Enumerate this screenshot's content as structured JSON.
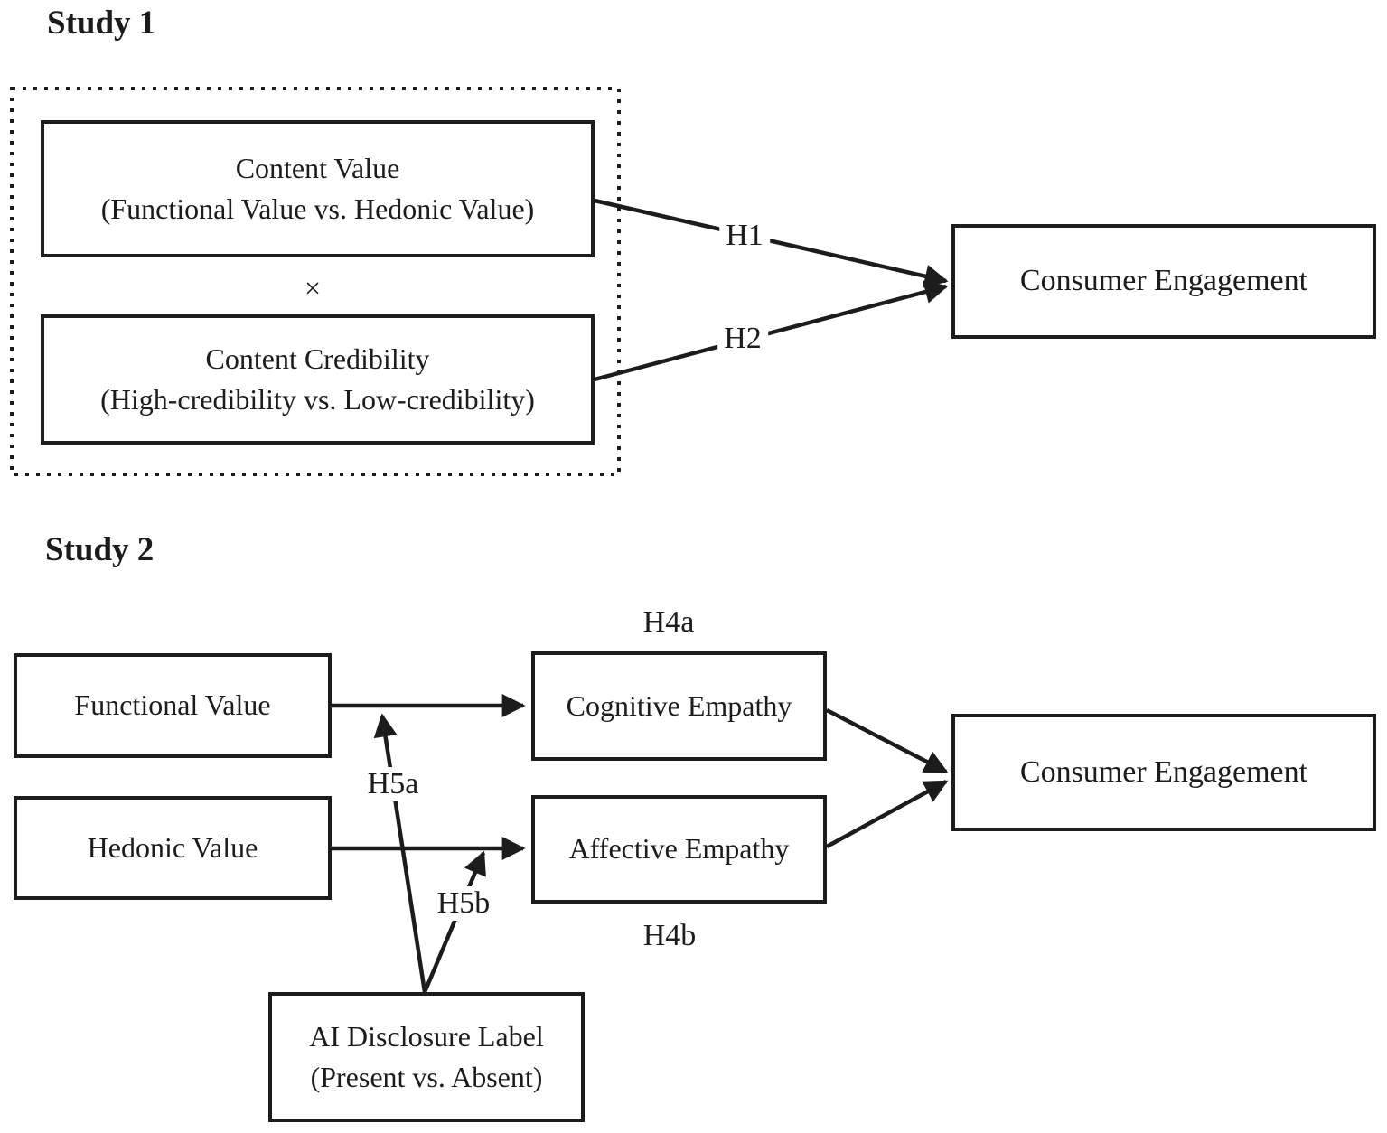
{
  "figure": {
    "background": "#ffffff",
    "ink": "#1c1c1c"
  },
  "study1": {
    "title": "Study 1",
    "content_value": {
      "title": "Content Value",
      "subtitle": "(Functional Value vs. Hedonic Value)"
    },
    "interaction_symbol": "×",
    "content_credibility": {
      "title": "Content Credibility",
      "subtitle": "(High-credibility vs. Low-credibility)"
    },
    "consumer_engagement": "Consumer Engagement",
    "h1": "H1",
    "h2": "H2"
  },
  "study2": {
    "title": "Study 2",
    "functional_value": "Functional Value",
    "hedonic_value": "Hedonic Value",
    "cognitive_empathy": "Cognitive Empathy",
    "affective_empathy": "Affective Empathy",
    "consumer_engagement": "Consumer Engagement",
    "ai_disclosure": {
      "title": "AI Disclosure Label",
      "subtitle": "(Present vs. Absent)"
    },
    "h4a": "H4a",
    "h4b": "H4b",
    "h5a": "H5a",
    "h5b": "H5b"
  }
}
